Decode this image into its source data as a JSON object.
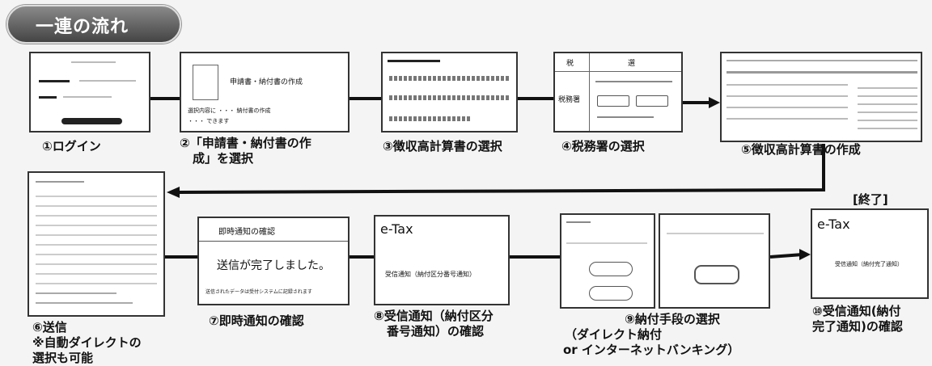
{
  "header": {
    "title": "一連の流れ"
  },
  "end_label": "[終了]",
  "steps": [
    {
      "label": "①ログイン"
    },
    {
      "label_lines": [
        "②「申請書・納付書の作",
        "成」を選択"
      ],
      "thumb_text": [
        "申請書・納付書の作成",
        "選択内容に ・・・ 納付書の作成",
        "・・・ できます"
      ]
    },
    {
      "label": "③徴収高計算書の選択"
    },
    {
      "label": "④税務署の選択",
      "thumb_text": [
        "税",
        "選",
        "税務署"
      ]
    },
    {
      "label": "⑤徴収高計算書の作成"
    },
    {
      "label_lines": [
        "⑥送信",
        "※自動ダイレクトの",
        "選択も可能"
      ]
    },
    {
      "label": "⑦即時通知の確認",
      "thumb_title": "即時通知の確認",
      "thumb_main": "送信が完了しました。",
      "thumb_sub": "送信されたデータは受付システムに記録されます"
    },
    {
      "label_lines": [
        "⑧受信通知（納付区分",
        "番号通知）の確認"
      ],
      "thumb_brand": "e-Tax",
      "thumb_text": "受信通知（納付区分番号通知）"
    },
    {
      "label_lines": [
        "⑨納付手段の選択",
        "（ダイレクト納付",
        "or インターネットバンキング）"
      ]
    },
    {
      "label_lines": [
        "⑩受信通知(納付",
        "完了通知)の確認"
      ],
      "thumb_brand": "e-Tax",
      "thumb_text": "受信通知（納付完了通知）"
    }
  ]
}
